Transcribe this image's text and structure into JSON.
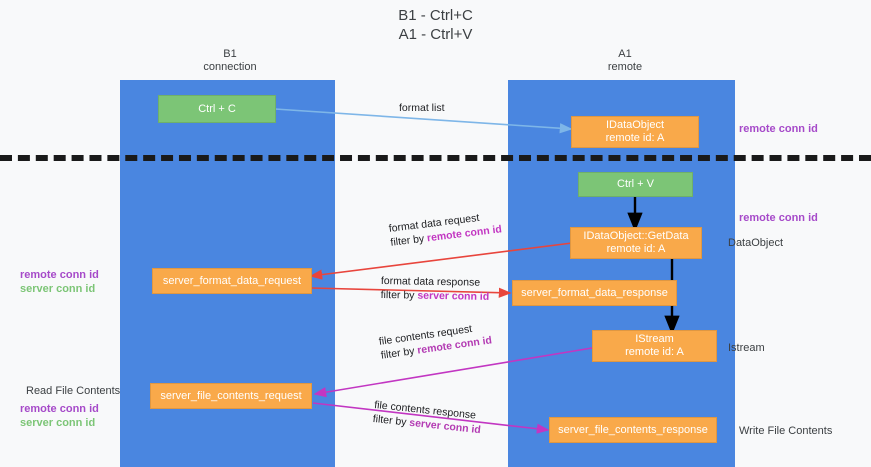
{
  "title": {
    "line1": "B1 - Ctrl+C",
    "line2": "A1 - Ctrl+V"
  },
  "lanes": [
    {
      "id": "b1",
      "name": "B1",
      "role": "connection",
      "color": "#4a86e0"
    },
    {
      "id": "a1",
      "name": "A1",
      "role": "remote",
      "color": "#4a86e0"
    }
  ],
  "colors": {
    "lane": "#4a86e0",
    "green_node": "#7cc576",
    "orange_node": "#f9a94a",
    "remote_conn_id": "#a64ac9",
    "server_conn_id": "#7cc576",
    "arrow_blue": "#7eb6e8",
    "arrow_red": "#e8453c",
    "arrow_magenta": "#c236c2",
    "arrow_black": "#000000",
    "divider": "#1a1a1a"
  },
  "nodes": {
    "ctrl_c": {
      "label": "Ctrl + C",
      "style": "green"
    },
    "idataobject": {
      "label": "IDataObject",
      "sub": "remote id: A",
      "style": "orange"
    },
    "ctrl_v": {
      "label": "Ctrl + V",
      "style": "green"
    },
    "getdata": {
      "label": "IDataObject::GetData",
      "sub": "remote id: A",
      "style": "orange"
    },
    "server_format_data_request": {
      "label": "server_format_data_request",
      "style": "orange"
    },
    "server_format_data_response": {
      "label": "server_format_data_response",
      "style": "orange"
    },
    "istream": {
      "label": "IStream",
      "sub": "remote id: A",
      "style": "orange"
    },
    "server_file_contents_request": {
      "label": "server_file_contents_request",
      "style": "orange"
    },
    "server_file_contents_response": {
      "label": "server_file_contents_response",
      "style": "orange"
    }
  },
  "edges": [
    {
      "id": "format-list",
      "label": "format list",
      "filter": ""
    },
    {
      "id": "format-data-request",
      "label": "format data request",
      "filter_prefix": "filter by ",
      "filter_key": "remote conn id"
    },
    {
      "id": "format-data-response",
      "label": "format data response",
      "filter_prefix": "filter by ",
      "filter_key": "server conn id"
    },
    {
      "id": "file-contents-request",
      "label": "file contents request",
      "filter_prefix": "filter by ",
      "filter_key": "remote conn id"
    },
    {
      "id": "file-contents-response",
      "label": "file contents response",
      "filter_prefix": "filter by ",
      "filter_key": "server conn id"
    }
  ],
  "annotations": {
    "right_remote_conn_id_top": "remote conn id",
    "right_remote_conn_id_mid": "remote conn id",
    "right_dataobject": "DataObject",
    "right_istream": "Istream",
    "right_write_file_contents": "Write File Contents",
    "left_read_file_contents": "Read File Contents",
    "legend_remote_conn_id_a": "remote conn id",
    "legend_server_conn_id_a": "server conn id",
    "legend_remote_conn_id_b": "remote conn id",
    "legend_server_conn_id_b": "server conn id"
  }
}
